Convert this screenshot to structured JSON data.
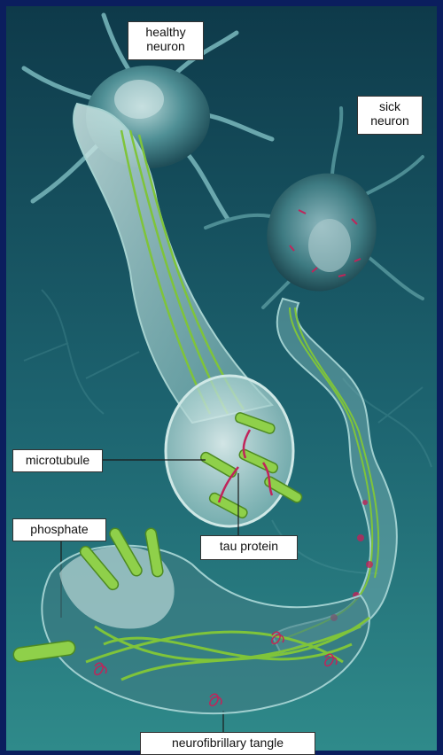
{
  "labels": {
    "healthy_neuron": "healthy\nneuron",
    "sick_neuron": "sick\nneuron",
    "microtubule": "microtubule",
    "phosphate": "phosphate",
    "tau_protein": "tau protein",
    "neurofibrillary_tangle": "neurofibrillary tangle"
  },
  "colors": {
    "frame": "#0b1e5e",
    "background_top": "#0e3a4a",
    "background_bottom": "#2f8a8a",
    "neuron_body": "#4f8f95",
    "microtubule_green": "#7fc43a",
    "tau_magenta": "#c0245a"
  }
}
